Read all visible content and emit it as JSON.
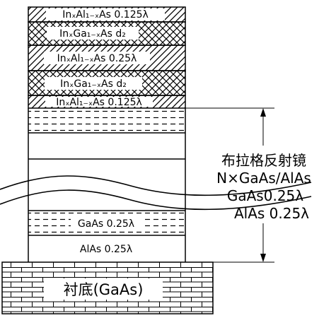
{
  "layers": {
    "top": [
      {
        "label": "InₓAl₁₋ₓAs 0.125λ",
        "fill": "hatch"
      },
      {
        "label": "InₓGa₁₋ₓAs  d₂",
        "fill": "cross"
      },
      {
        "label": "InₓAl₁₋ₓAs 0.25λ",
        "fill": "hatch"
      },
      {
        "label": "InₓGa₁₋ₓAs  d₂",
        "fill": "cross"
      },
      {
        "label": "InₓAl₁₋ₓAs 0.125λ",
        "fill": "hatch"
      }
    ],
    "gaas": "GaAs 0.25λ",
    "alas": "AlAs 0.25λ"
  },
  "substrate": {
    "label": "衬底(GaAs)"
  },
  "annotation": {
    "line1": "布拉格反射镜",
    "line2": "N×GaAs/AlAs",
    "line3": "GaAs0.25λ",
    "line4": "AlAs 0.25λ"
  },
  "colors": {
    "ink": "#000000",
    "paper": "#ffffff"
  }
}
